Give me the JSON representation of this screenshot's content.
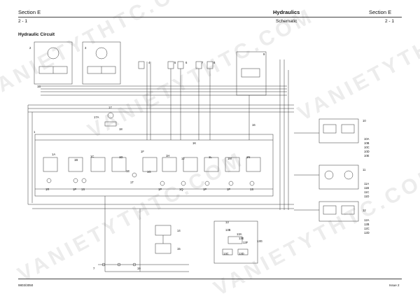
{
  "header": {
    "section_left": "Section E",
    "page_left": "2 - 1",
    "title": "Hydraulics",
    "subtitle": "Schematic",
    "section_right": "Section E",
    "page_right": "2 - 1"
  },
  "figure_title": "Hydraulic Circuit",
  "footer": {
    "doc_number": "9803/3050",
    "issue": "Issue 2"
  },
  "watermark": "VANIETYTHTC.COM",
  "labels": {
    "l2": "2",
    "l3": "3",
    "l4": "4",
    "l5": "5",
    "l6": "6",
    "l7": "7",
    "l8": "8",
    "l9": "9",
    "l1B": "1B",
    "l17": "17",
    "l17A": "17A",
    "l18": "18",
    "l16": "16",
    "l1": "1",
    "l1A": "1A",
    "l1B2": "1B",
    "l1C": "1C",
    "l1D": "1D",
    "l1E": "1E",
    "l1F": "1F",
    "l1G": "1G",
    "l1H": "1H",
    "l1J": "1J",
    "l1K": "1K",
    "l1L": "1L",
    "l1M": "1M",
    "l1N": "1N",
    "l1R": "1R",
    "l1P": "1P",
    "l1S": "1S",
    "l1T": "1T",
    "l1P2": "1P",
    "l1Q": "1Q",
    "l1P3": "1P",
    "l1P4": "1P",
    "l1S2": "1S",
    "l10": "10",
    "l10A": "10A",
    "l10B": "10B",
    "l10C": "10C",
    "l10D": "10D",
    "l10E": "10E",
    "l11": "11",
    "l11A": "11A",
    "l11B": "11B",
    "l11C": "11C",
    "l11D": "11D",
    "l12": "12",
    "l12A": "12A",
    "l12B": "12B",
    "l12C": "12C",
    "l12D": "12D",
    "l13": "13",
    "l13B": "13B",
    "l13A": "13A",
    "l13E": "13E",
    "l13F": "13F",
    "l13G": "13G",
    "l13C": "13C",
    "l13D": "13D",
    "l14": "14",
    "l15": "15",
    "l7b": "7",
    "l19": "19"
  }
}
